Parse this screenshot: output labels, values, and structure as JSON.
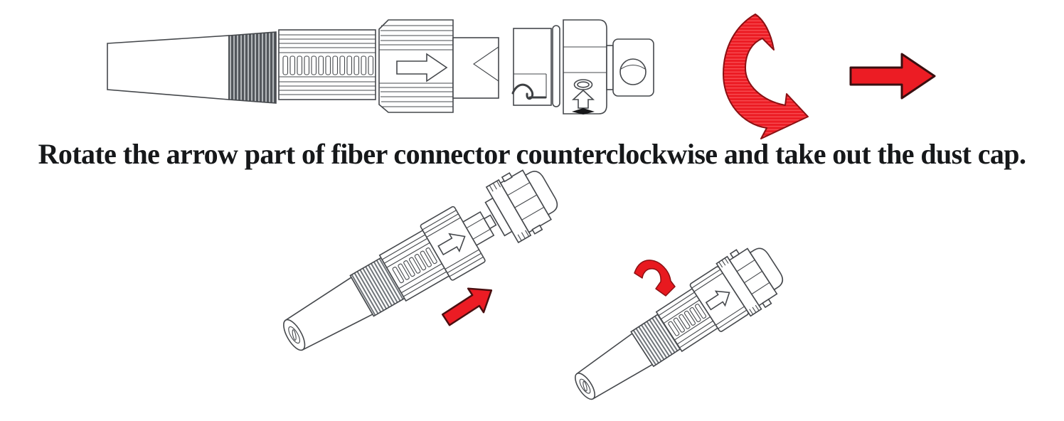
{
  "caption": {
    "text": "Rotate the arrow part of fiber connector counterclockwise and take out the dust cap."
  },
  "colors": {
    "arrow_red": "#ec1c24",
    "arrow_red_small": "#e8191f",
    "arrow_outline": "#7e0e12",
    "line_art": "#45484c",
    "text": "#16181a",
    "background": "#ffffff"
  },
  "icons": {
    "rotate_ccw_large": "counterclockwise-rotation-arrow",
    "move_right": "right-direction-arrow",
    "insert_up_right": "up-right-direction-arrow",
    "rotate_ccw_small": "counterclockwise-rotation-arrow-small",
    "nut_engraved_arrow": "engraved-forward-arrow",
    "dust_cap_release_arrow": "engraved-up-arrow"
  }
}
